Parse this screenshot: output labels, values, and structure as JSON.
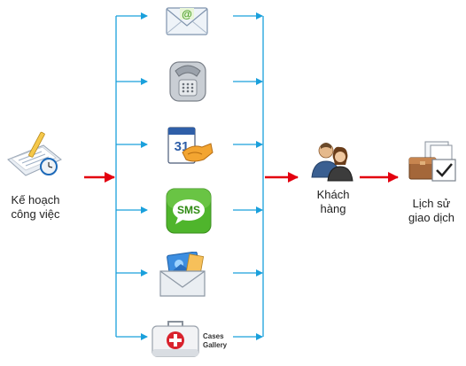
{
  "source": {
    "label_line1": "Kế hoạch",
    "label_line2": "công việc",
    "icon": "task-plan-icon"
  },
  "channels": [
    {
      "name": "email",
      "icon": "email-icon"
    },
    {
      "name": "phone",
      "icon": "telephone-icon"
    },
    {
      "name": "calendar",
      "icon": "calendar-handshake-icon",
      "calendar_day": "31"
    },
    {
      "name": "sms",
      "icon": "sms-icon",
      "text": "SMS"
    },
    {
      "name": "mail",
      "icon": "photo-envelope-icon"
    },
    {
      "name": "cases",
      "icon": "first-aid-kit-icon",
      "label_line1": "Cases",
      "label_line2": "Gallery"
    }
  ],
  "customer": {
    "label_line1": "Khách",
    "label_line2": "hàng",
    "icon": "customers-icon"
  },
  "history": {
    "label_line1": "Lịch sử",
    "label_line2": "giao dịch",
    "icon": "transaction-history-icon"
  },
  "colors": {
    "fan_line": "#1aa0dc",
    "main_arrow": "#e3000f",
    "sms_green": "#4fb52c"
  }
}
